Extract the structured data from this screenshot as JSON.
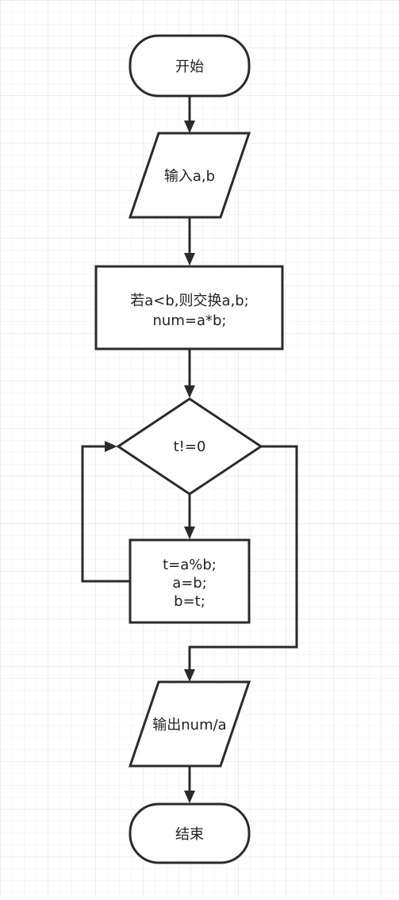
{
  "diagram": {
    "nodes": {
      "start": {
        "label": "开始"
      },
      "input": {
        "label": "输入a,b"
      },
      "swap": {
        "lines": [
          "若a<b,则交换a,b;",
          "num=a*b;"
        ]
      },
      "condition": {
        "label": "t!=0"
      },
      "loop_body": {
        "lines": [
          "t=a%b;",
          "a=b;",
          "b=t;"
        ]
      },
      "output": {
        "label": "输出num/a"
      },
      "end": {
        "label": "结束"
      }
    },
    "edges": [
      {
        "from": "start",
        "to": "input"
      },
      {
        "from": "input",
        "to": "swap"
      },
      {
        "from": "swap",
        "to": "condition"
      },
      {
        "from": "condition",
        "to": "loop_body"
      },
      {
        "from": "loop_body",
        "to": "condition"
      },
      {
        "from": "condition",
        "to": "output"
      },
      {
        "from": "output",
        "to": "end"
      }
    ],
    "colors": {
      "stroke": "#2b2b2b",
      "grid_minor": "#ececec",
      "grid_major": "#dcdcdc",
      "background": "#ffffff"
    }
  }
}
